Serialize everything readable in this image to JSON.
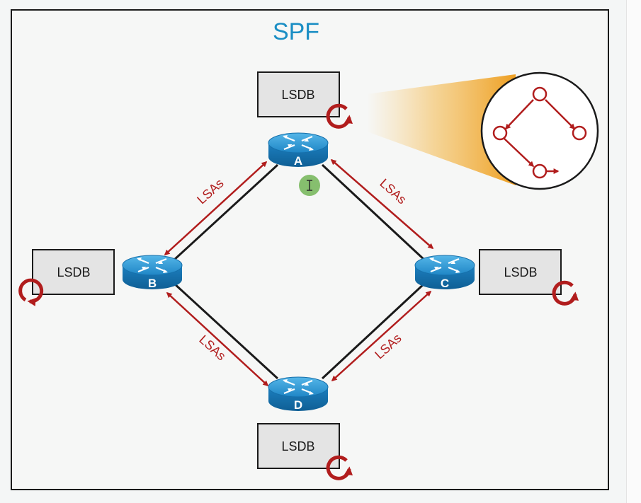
{
  "title": "SPF",
  "lsdb_label": "LSDB",
  "lsa_label": "LSAs",
  "routers": {
    "a": "A",
    "b": "B",
    "c": "C",
    "d": "D"
  },
  "colors": {
    "title": "#1a8ec4",
    "arrow": "#b11d1d",
    "router_body": "#1b78b5",
    "router_top": "#2f9ad6",
    "beam": "#f0a830",
    "cursor": "#6ab04c"
  }
}
